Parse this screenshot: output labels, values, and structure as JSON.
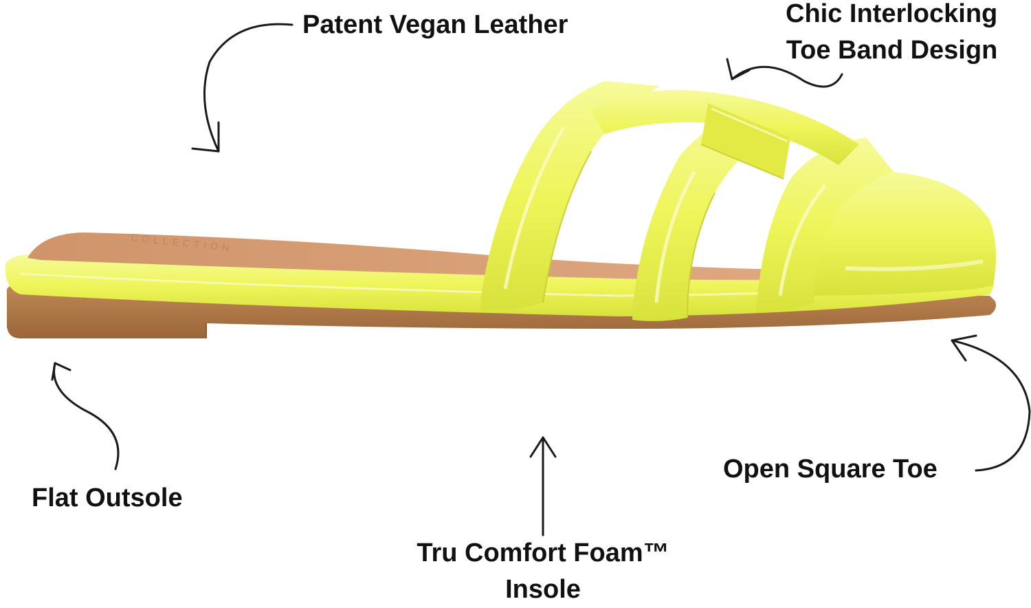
{
  "callouts": {
    "patent_vegan_leather": "Patent Vegan Leather",
    "chic_line1": "Chic Interlocking",
    "chic_line2": "Toe Band Design",
    "open_square_toe": "Open Square Toe",
    "flat_outsole": "Flat Outsole",
    "tru_line1": "Tru Comfort Foam™",
    "tru_line2": "Insole"
  },
  "colors": {
    "upper": "#eef55a",
    "upper_shadow": "#d6e03a",
    "upper_highlight": "#f8fbb4",
    "insole": "#d9a27a",
    "outsole": "#b07a4c",
    "arrow": "#1a1a1a"
  }
}
